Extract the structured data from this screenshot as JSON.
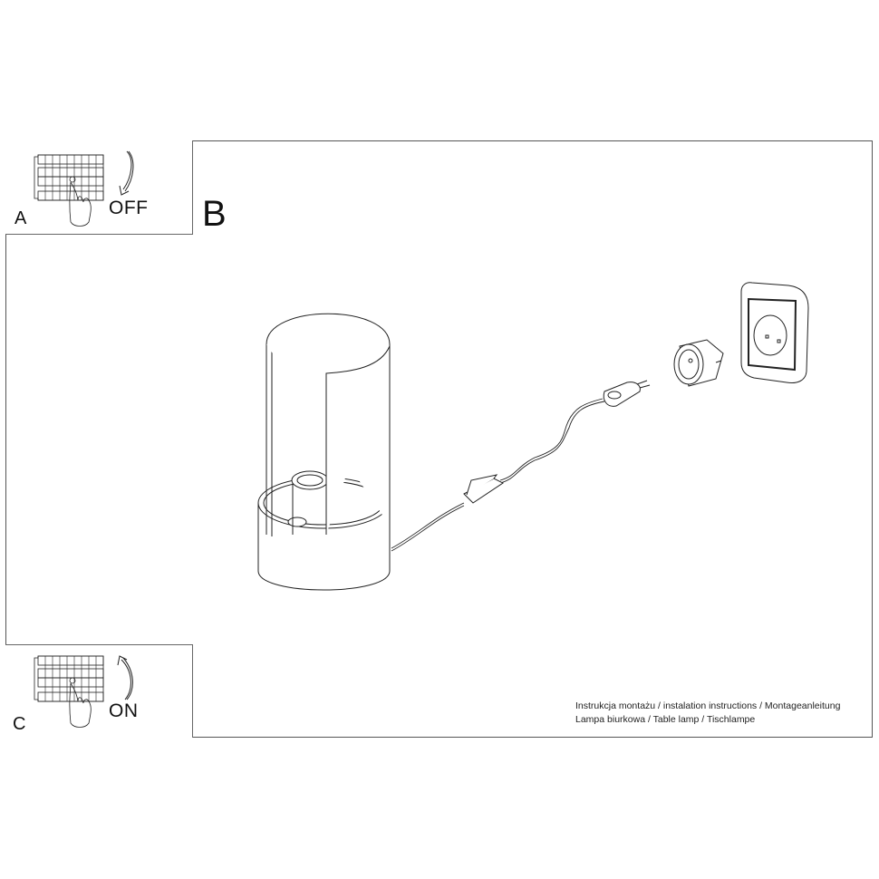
{
  "diagram": {
    "type": "installation-instructions",
    "steps": [
      {
        "letter": "A",
        "state": "OFF",
        "description": "Switch off circuit breaker",
        "arrow": "down"
      },
      {
        "letter": "B",
        "description": "Plug table lamp cord (with inline switch and plug, via adapter) into wall socket"
      },
      {
        "letter": "C",
        "state": "ON",
        "description": "Switch on circuit breaker",
        "arrow": "up"
      }
    ],
    "components": [
      "cylindrical-table-lamp",
      "inline-cord-switch",
      "euro-plug",
      "plug-adapter",
      "wall-socket"
    ],
    "caption": {
      "line1": "Instrukcja montażu / instalation instructions / Montageanleitung",
      "line2": "Lampa biurkowa / Table lamp / Tischlampe"
    },
    "colors": {
      "line": "#222222",
      "frame": "#555555",
      "background": "#ffffff"
    }
  }
}
